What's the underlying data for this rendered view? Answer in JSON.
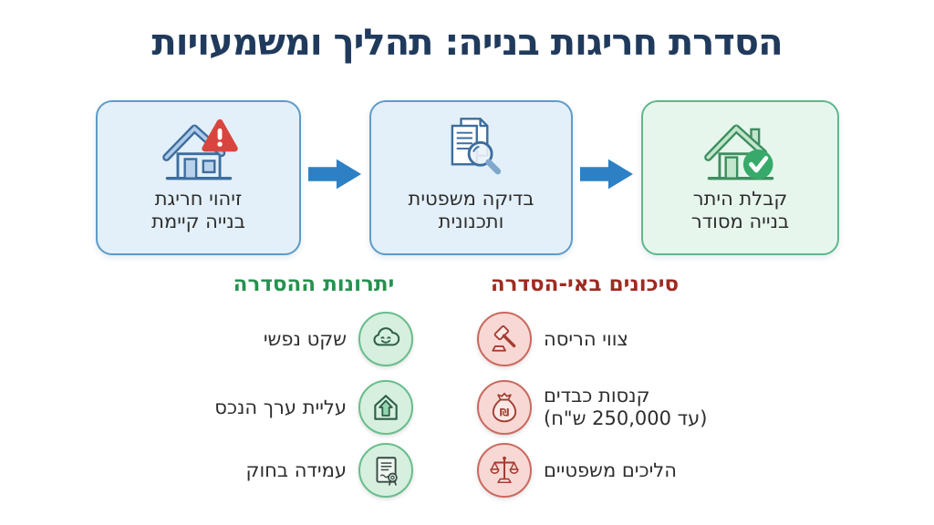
{
  "title": "הסדרת חריגות בנייה: תהליך ומשמעויות",
  "process": {
    "steps": [
      {
        "label_line1": "זיהוי חריגת",
        "label_line2": "בנייה קיימת",
        "icon": "house-warning-icon",
        "variant": "blue"
      },
      {
        "label_line1": "בדיקה משפטית",
        "label_line2": "ותכנונית",
        "icon": "document-search-icon",
        "variant": "blue"
      },
      {
        "label_line1": "קבלת היתר",
        "label_line2": "בנייה מסודר",
        "icon": "house-approved-icon",
        "variant": "green"
      }
    ]
  },
  "benefits": {
    "header": "יתרונות ההסדרה",
    "items": [
      {
        "label": "שקט נפשי",
        "icon": "cloud-smile-icon"
      },
      {
        "label": "עליית ערך הנכס",
        "icon": "house-value-up-icon"
      },
      {
        "label": "עמידה בחוק",
        "icon": "certificate-icon"
      }
    ]
  },
  "risks": {
    "header": "סיכונים באי-הסדרה",
    "items": [
      {
        "label": "צווי הריסה",
        "icon": "gavel-icon"
      },
      {
        "label": "קנסות כבדים",
        "label_line2": "(עד 250,000 ש\"ח)",
        "icon": "money-bag-icon"
      },
      {
        "label": "הליכים משפטיים",
        "icon": "scales-icon"
      }
    ]
  },
  "colors": {
    "title": "#203a5c",
    "process_blue_bg": "#e3f0f9",
    "process_blue_border": "#5e9bc8",
    "process_green_bg": "#e6f6ed",
    "process_green_border": "#5eb88a",
    "arrow": "#2d80c3",
    "benefits_header": "#27914f",
    "risks_header": "#9e2b22",
    "benefit_circle_bg": "#d6efdf",
    "benefit_circle_border": "#69bd8c",
    "risk_circle_bg": "#f8d8d4",
    "risk_circle_border": "#c96a60"
  }
}
